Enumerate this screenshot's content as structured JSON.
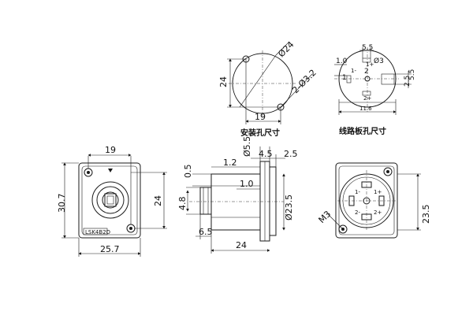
{
  "panel_cutout": {
    "caption": "安装孔尺寸",
    "dim_diameter": "Ø24",
    "dim_hole": "2-Ø3.2",
    "dim_height": "24",
    "dim_spacing": "19"
  },
  "pcb_hole": {
    "caption": "线路板孔尺寸",
    "dim_top": "5.5",
    "dim_left": "1.0",
    "dim_pin": "Ø3",
    "dim_1": "1",
    "dim_2": "2",
    "dim_right_a": "5.5",
    "dim_right_b": "2.5",
    "dim_bottom": "11.6",
    "label_1minus": "1-",
    "label_1plus": "1+",
    "label_2plus": "2+"
  },
  "front_view": {
    "dim_top": "19",
    "dim_left": "30.7",
    "dim_right": "24",
    "dim_bottom": "25.7",
    "logo_text": "LSK4B2D"
  },
  "side_view": {
    "dim_pin_dia": "Ø5.5",
    "dim_flange": "4.5",
    "dim_flange_b": "2.5",
    "dim_step": "1.2",
    "dim_pin": "0.5",
    "dim_inner": "1.0",
    "dim_body_dia": "Ø23.5",
    "dim_pin_h": "4.8",
    "dim_tail": "6.5",
    "dim_length": "24"
  },
  "rear_view": {
    "dim_height": "23.5",
    "screw_label": "M3",
    "label_1minus": "1-",
    "label_2minus": "2-",
    "label_1plus": "1+",
    "label_2plus": "2+"
  }
}
